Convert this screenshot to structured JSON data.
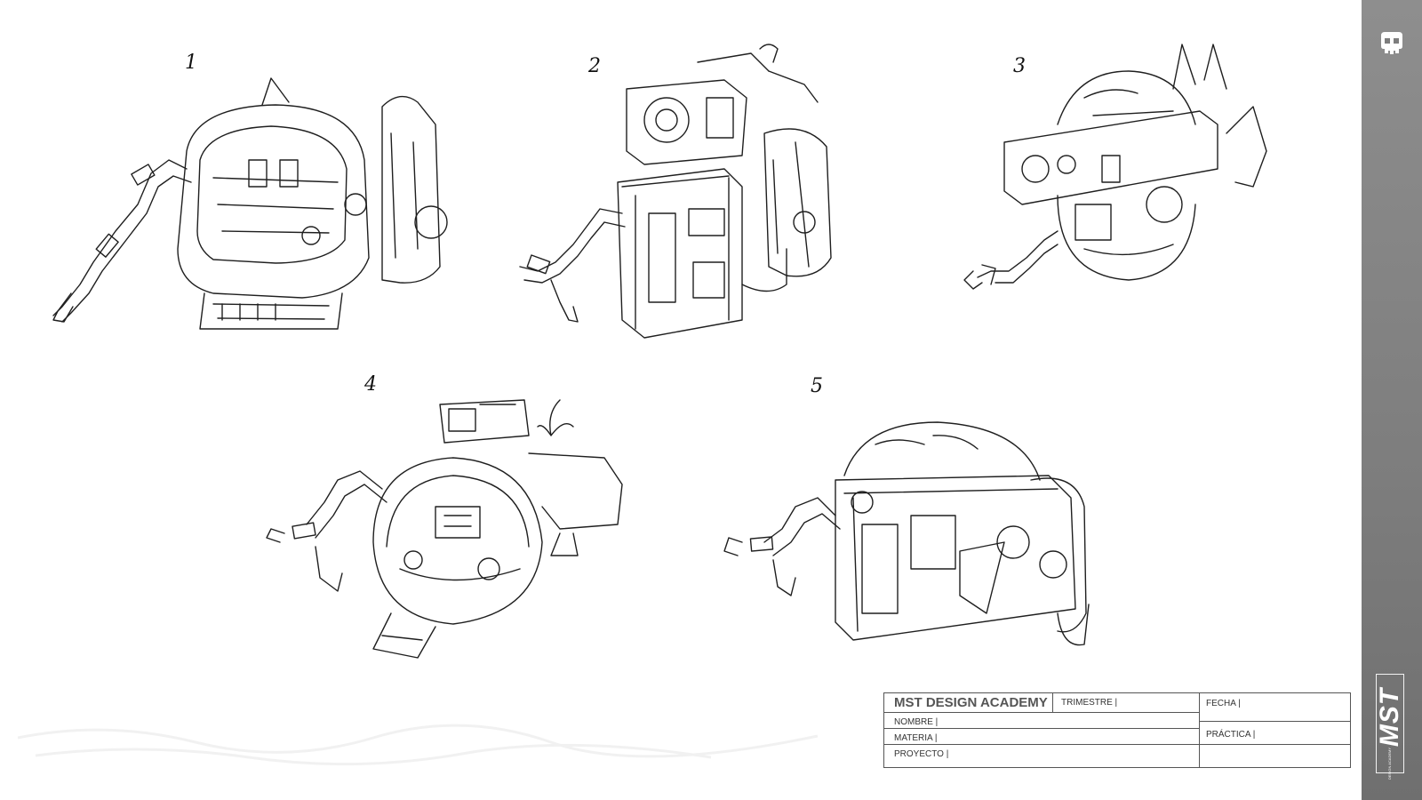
{
  "sketches": [
    {
      "number": "1"
    },
    {
      "number": "2"
    },
    {
      "number": "3"
    },
    {
      "number": "4"
    },
    {
      "number": "5"
    }
  ],
  "title_block": {
    "academy": "MST DESIGN ACADEMY",
    "trimestre": "TRIMESTRE |",
    "fecha": "FECHA |",
    "nombre": "NOMBRE |",
    "materia": "MATERIA |",
    "practica": "PRÁCTICA |",
    "proyecto": "PROYECTO |"
  },
  "sidebar": {
    "logo_icon": "skull-icon",
    "brand": "MST",
    "brand_sub": "DESIGN ACADEMY"
  },
  "colors": {
    "sidebar": "#7d7d7d",
    "ink": "#1f1f1f"
  }
}
